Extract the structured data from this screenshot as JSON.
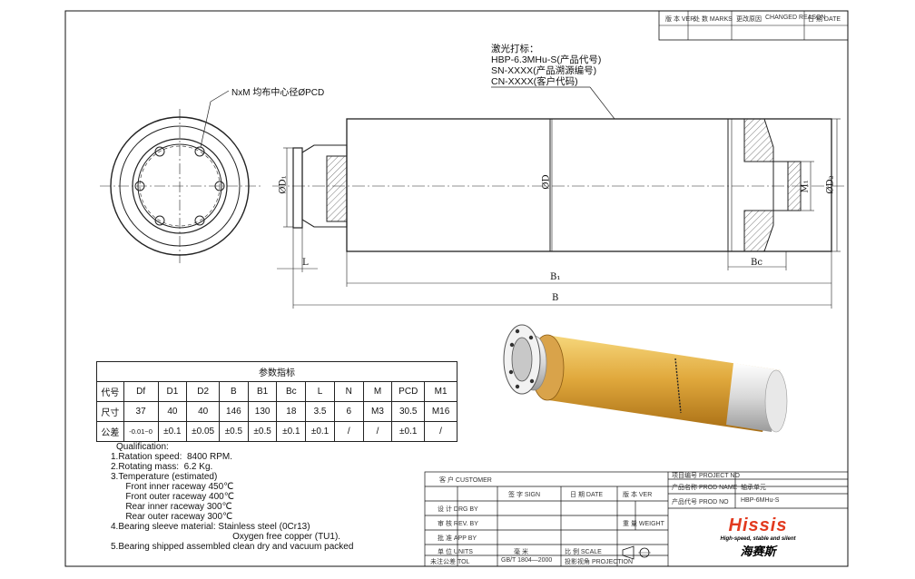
{
  "revision_block": {
    "labels": [
      "版 本 VER",
      "处 数 MARKS",
      "更改原因",
      "CHANGED REASON",
      "日 期 DATE"
    ]
  },
  "callouts": {
    "hole_note": "NxM 均布中心径ØPCD",
    "laser_marking": [
      "激光打标：",
      "HBP-6.3MHu-S(产品代号)",
      "SN-XXXX(产品溯源编号)",
      "CN-XXXX(客户代码)"
    ]
  },
  "dimensions": {
    "d1": "ØD₁",
    "d": "ØD",
    "d2": "ØD₂",
    "m1": "M₁",
    "l": "L",
    "bc": "Bc",
    "b1": "B₁",
    "b": "B"
  },
  "param_table": {
    "title": "参数指标",
    "rows": [
      [
        "代号",
        "Df",
        "D1",
        "D2",
        "B",
        "B1",
        "Bc",
        "L",
        "N",
        "M",
        "PCD",
        "M1"
      ],
      [
        "尺寸",
        "37",
        "40",
        "40",
        "146",
        "130",
        "18",
        "3.5",
        "6",
        "M3",
        "30.5",
        "M16"
      ],
      [
        "公差",
        "-0.01~0",
        "±0.1",
        "±0.05",
        "±0.5",
        "±0.5",
        "±0.1",
        "±0.1",
        "/",
        "/",
        "±0.1",
        "/"
      ]
    ]
  },
  "qualification": {
    "title": "Qualification:",
    "lines": [
      "1.Ratation speed:  8400 RPM.",
      "2.Rotating mass:  6.2 Kg.",
      "3.Temperature (estimated)",
      "   Front inner raceway 450℃",
      "   Front outer raceway 400℃",
      "   Rear inner raceway 300℃",
      "   Rear outer raceway 300℃",
      "4.Bearing sleeve material: Stainless steel (0Cr13)",
      "                               Oxygen free copper (TU1).",
      "5.Bearing shipped assembled clean dry and vacuum packed"
    ]
  },
  "title_block": {
    "customer": "客 户 CUSTOMER",
    "project_no": "项目编号 PROJECT NO",
    "prod_name_label": "产品名称 PROD NAME",
    "prod_name": "轴承单元",
    "prod_no_label": "产品代号 PROD NO",
    "prod_no": "HBP-6MHu-S",
    "sign": "签 字 SIGN",
    "date": "日 期 DATE",
    "ver": "版 本 VER",
    "design": "设 计 DRG BY",
    "review": "审 核 REV. BY",
    "approve": "批 准 APP BY",
    "weight": "重 量 WEIGHT",
    "units": "单 位 UNITS",
    "units_val": "毫 米",
    "scale": "比 例 SCALE",
    "unspec_tol": "未注公差 TOL",
    "tol_std": "GB/T 1804—2000",
    "projection": "投影视角 PROJECTION"
  },
  "logo": {
    "name": "Hissis",
    "tagline": "High-speed, stable and silent",
    "cn": "海赛斯"
  }
}
